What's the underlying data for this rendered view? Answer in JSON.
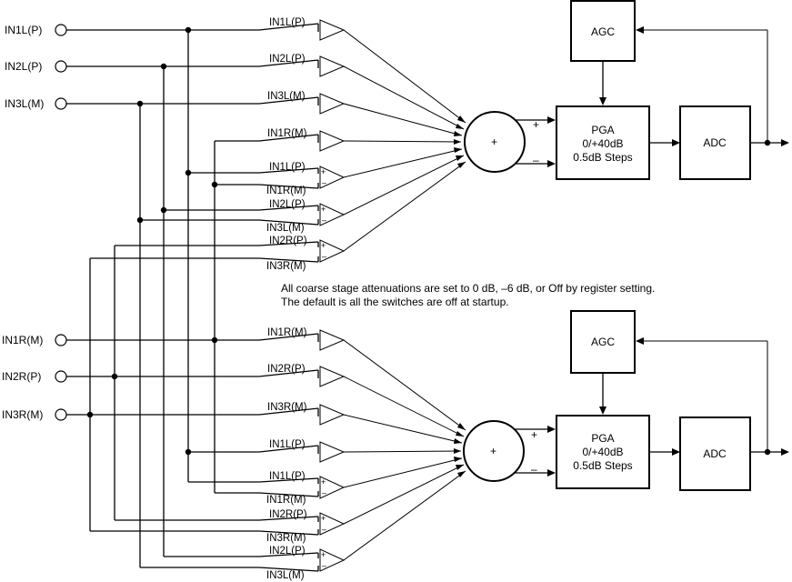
{
  "inputs_left": [
    "IN1L(P)",
    "IN2L(P)",
    "IN3L(M)"
  ],
  "inputs_right": [
    "IN1R(M)",
    "IN2R(P)",
    "IN3R(M)"
  ],
  "top_amps": [
    "IN1L(P)",
    "IN2L(P)",
    "IN3L(M)",
    "IN1R(M)"
  ],
  "top_diff": [
    {
      "pos": "IN1L(P)",
      "neg": "IN1R(M)"
    },
    {
      "pos": "IN2L(P)",
      "neg": "IN3L(M)"
    },
    {
      "pos": "IN2R(P)",
      "neg": "IN3R(M)"
    }
  ],
  "bottom_amps": [
    "IN1R(M)",
    "IN2R(P)",
    "IN3R(M)",
    "IN1L(P)"
  ],
  "bottom_diff": [
    {
      "pos": "IN1L(P)",
      "neg": "IN1R(M)"
    },
    {
      "pos": "IN2R(P)",
      "neg": "IN3R(M)"
    },
    {
      "pos": "IN2L(P)",
      "neg": "IN3L(M)"
    }
  ],
  "blocks": {
    "agc": "AGC",
    "pga_line1": "PGA",
    "pga_line2": "0/+40dB",
    "pga_line3": "0.5dB Steps",
    "adc": "ADC",
    "sum": "+"
  },
  "signs": {
    "plus": "+",
    "minus": "–",
    "amp_plus": "+",
    "amp_minus": "–"
  },
  "note": {
    "line1": "All coarse stage attenuations are set to 0 dB, –6 dB, or Off by register setting.",
    "line2": "The default is all the switches are off at startup."
  }
}
